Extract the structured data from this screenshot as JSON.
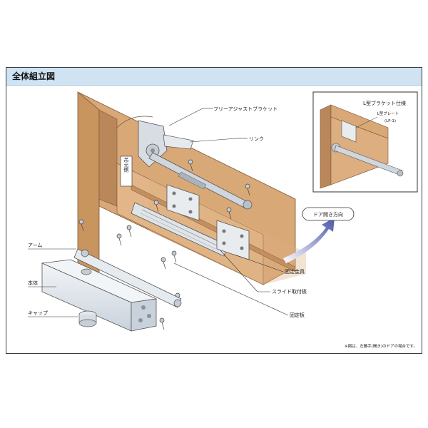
{
  "header": {
    "title": "全体組立図"
  },
  "labels": {
    "free_adjust_bracket": "フリーアジャストブラケット",
    "link": "リンク",
    "hinge_side": "吊元側",
    "arm": "アーム",
    "body": "本体",
    "cap": "キャップ",
    "fixing_bracket": "固定金具",
    "slide_plate": "スライド取付板",
    "fixing_plate": "固定板",
    "door_direction": "ドア開き方向",
    "footnote": "※図は、左勝手(開き)のドアの場合です。"
  },
  "inset": {
    "title": "L型ブラケット仕様",
    "plate_label": "L型プレート",
    "plate_code": "(LP-1)"
  },
  "colors": {
    "header_bg": "#cfe3f3",
    "wood": "#d9a877",
    "wood_dark": "#b9875a",
    "metal": "#d8dde3",
    "closer_body": "#e3e9ef"
  }
}
